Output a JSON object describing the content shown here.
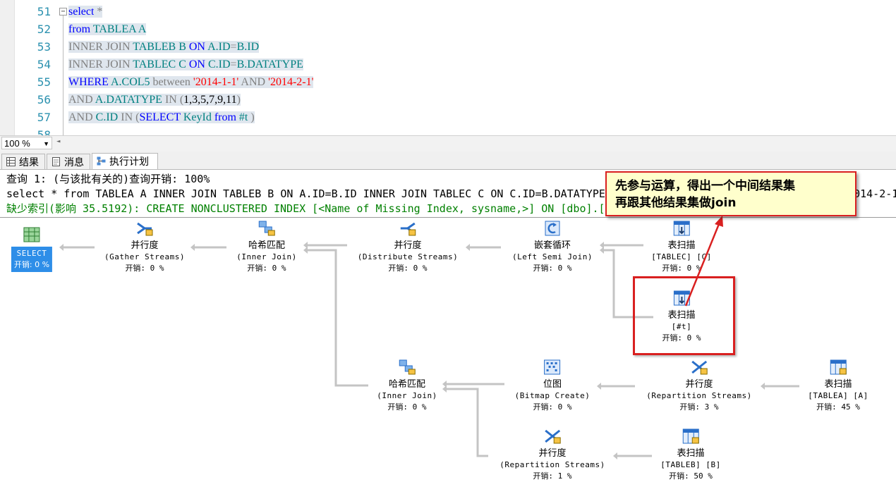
{
  "editor": {
    "lines": [
      {
        "num": "51",
        "segments": [
          {
            "t": "select",
            "c": "kw"
          },
          {
            "t": " *",
            "c": "gr"
          }
        ]
      },
      {
        "num": "52",
        "segments": [
          {
            "t": "from",
            "c": "kw"
          },
          {
            "t": " TABLEA A",
            "c": "id"
          }
        ]
      },
      {
        "num": "53",
        "segments": [
          {
            "t": "INNER JOIN",
            "c": "gr"
          },
          {
            "t": " TABLEB B ",
            "c": "id"
          },
          {
            "t": "ON",
            "c": "kw"
          },
          {
            "t": " A.ID",
            "c": "id"
          },
          {
            "t": "=",
            "c": "gr"
          },
          {
            "t": "B.ID",
            "c": "id"
          }
        ]
      },
      {
        "num": "54",
        "segments": [
          {
            "t": "INNER JOIN",
            "c": "gr"
          },
          {
            "t": " TABLEC C ",
            "c": "id"
          },
          {
            "t": "ON",
            "c": "kw"
          },
          {
            "t": " C.ID",
            "c": "id"
          },
          {
            "t": "=",
            "c": "gr"
          },
          {
            "t": "B.DATATYPE",
            "c": "id"
          }
        ]
      },
      {
        "num": "55",
        "segments": [
          {
            "t": "WHERE",
            "c": "kw"
          },
          {
            "t": " A.COL5 ",
            "c": "id"
          },
          {
            "t": "between",
            "c": "gr"
          },
          {
            "t": " '2014-1-1'",
            "c": "str"
          },
          {
            "t": " AND",
            "c": "gr"
          },
          {
            "t": " '2014-2-1'",
            "c": "str"
          }
        ]
      },
      {
        "num": "56",
        "segments": [
          {
            "t": "AND",
            "c": "gr"
          },
          {
            "t": " A.DATATYPE ",
            "c": "id"
          },
          {
            "t": "IN",
            "c": "gr"
          },
          {
            "t": " (",
            "c": "gr"
          },
          {
            "t": "1,3,5,7,9,11",
            "c": "pl"
          },
          {
            "t": ")",
            "c": "gr"
          }
        ]
      },
      {
        "num": "57",
        "segments": [
          {
            "t": "AND",
            "c": "gr"
          },
          {
            "t": " C.ID ",
            "c": "id"
          },
          {
            "t": "IN",
            "c": "gr"
          },
          {
            "t": " (",
            "c": "gr"
          },
          {
            "t": "SELECT",
            "c": "kw"
          },
          {
            "t": " KeyId ",
            "c": "id"
          },
          {
            "t": "from",
            "c": "kw"
          },
          {
            "t": " #t ",
            "c": "id"
          },
          {
            "t": ")",
            "c": "gr"
          }
        ]
      },
      {
        "num": "58",
        "segments": []
      }
    ]
  },
  "zoom": {
    "value": "100 %"
  },
  "tabs": [
    {
      "label": "结果",
      "icon": "grid-icon"
    },
    {
      "label": "消息",
      "icon": "message-icon"
    },
    {
      "label": "执行计划",
      "icon": "plan-icon"
    }
  ],
  "plan_header": {
    "line1": "查询 1: (与该批有关的)查询开销: 100%",
    "line2": "select * from TABLEA A INNER JOIN TABLEB B ON A.ID=B.ID INNER JOIN TABLEC C ON C.ID=B.DATATYPE WHERE A.COL5 between '2014-1-1' AND '2014-2-1'",
    "line3": "缺少索引(影响 35.5192): CREATE NONCLUSTERED INDEX [<Name of Missing Index, sysname,>] ON [dbo].[TABLEA] ([DATATYPE],[COL5])"
  },
  "nodes": {
    "select": {
      "name": "SELECT",
      "cost": "开销: 0 %",
      "icon": "select-icon"
    },
    "gather": {
      "name": "并行度",
      "sub": "(Gather Streams)",
      "cost": "开销: 0 %",
      "icon": "gather-streams-icon"
    },
    "hash1": {
      "name": "哈希匹配",
      "sub": "(Inner Join)",
      "cost": "开销: 0 %",
      "icon": "hash-match-icon"
    },
    "distribute": {
      "name": "并行度",
      "sub": "(Distribute Streams)",
      "cost": "开销: 0 %",
      "icon": "distribute-streams-icon"
    },
    "nested": {
      "name": "嵌套循环",
      "sub": "(Left Semi Join)",
      "cost": "开销: 0 %",
      "icon": "nested-loops-icon"
    },
    "scan_c": {
      "name": "表扫描",
      "sub": "[TABLEC] [C]",
      "cost": "开销: 0 %",
      "icon": "table-scan-icon"
    },
    "scan_t": {
      "name": "表扫描",
      "sub": "[#t]",
      "cost": "开销: 0 %",
      "icon": "table-scan-icon"
    },
    "hash2": {
      "name": "哈希匹配",
      "sub": "(Inner Join)",
      "cost": "开销: 0 %",
      "icon": "hash-match-icon"
    },
    "bitmap": {
      "name": "位图",
      "sub": "(Bitmap Create)",
      "cost": "开销: 0 %",
      "icon": "bitmap-icon"
    },
    "repart_a": {
      "name": "并行度",
      "sub": "(Repartition Streams)",
      "cost": "开销: 3 %",
      "icon": "repartition-streams-icon"
    },
    "scan_a": {
      "name": "表扫描",
      "sub": "[TABLEA] [A]",
      "cost": "开销: 45 %",
      "icon": "table-scan-icon"
    },
    "repart_b": {
      "name": "并行度",
      "sub": "(Repartition Streams)",
      "cost": "开销: 1 %",
      "icon": "repartition-streams-icon"
    },
    "scan_b": {
      "name": "表扫描",
      "sub": "[TABLEB] [B]",
      "cost": "开销: 50 %",
      "icon": "table-scan-icon"
    }
  },
  "annotation": {
    "line1": "先参与运算，得出一个中间结果集",
    "line2": "再跟其他结果集做join"
  }
}
